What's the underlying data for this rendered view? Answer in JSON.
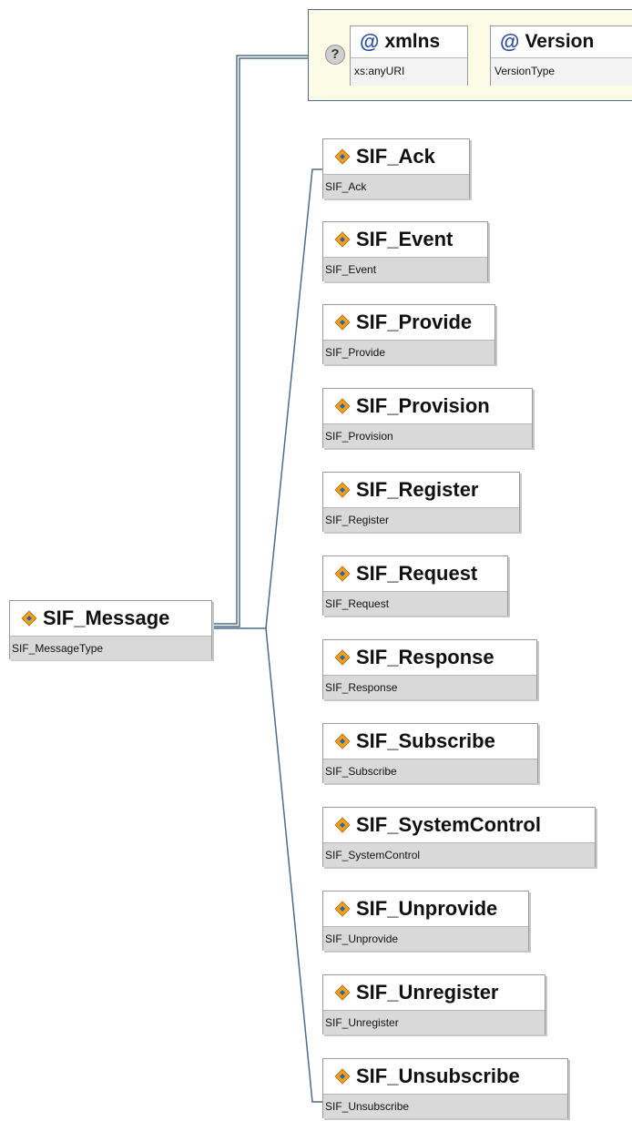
{
  "root": {
    "name": "SIF_Message",
    "type": "SIF_MessageType"
  },
  "attributes": {
    "help_glyph": "?",
    "items": [
      {
        "name": "xmlns",
        "type": "xs:anyURI"
      },
      {
        "name": "Version",
        "type": "VersionType"
      }
    ]
  },
  "children": [
    {
      "name": "SIF_Ack",
      "type": "SIF_Ack"
    },
    {
      "name": "SIF_Event",
      "type": "SIF_Event"
    },
    {
      "name": "SIF_Provide",
      "type": "SIF_Provide"
    },
    {
      "name": "SIF_Provision",
      "type": "SIF_Provision"
    },
    {
      "name": "SIF_Register",
      "type": "SIF_Register"
    },
    {
      "name": "SIF_Request",
      "type": "SIF_Request"
    },
    {
      "name": "SIF_Response",
      "type": "SIF_Response"
    },
    {
      "name": "SIF_Subscribe",
      "type": "SIF_Subscribe"
    },
    {
      "name": "SIF_SystemControl",
      "type": "SIF_SystemControl"
    },
    {
      "name": "SIF_Unprovide",
      "type": "SIF_Unprovide"
    },
    {
      "name": "SIF_Unregister",
      "type": "SIF_Unregister"
    },
    {
      "name": "SIF_Unsubscribe",
      "type": "SIF_Unsubscribe"
    }
  ],
  "icons": {
    "element": "element-diamond-icon",
    "attribute": "at-sign-icon",
    "help": "question-icon"
  },
  "colors": {
    "connector": "#4d6b8a",
    "attribute_bg": "#fcfbe6",
    "type_bg": "#d9d9d9",
    "icon_orange": "#f0a020",
    "icon_blue": "#2f5fb0"
  }
}
